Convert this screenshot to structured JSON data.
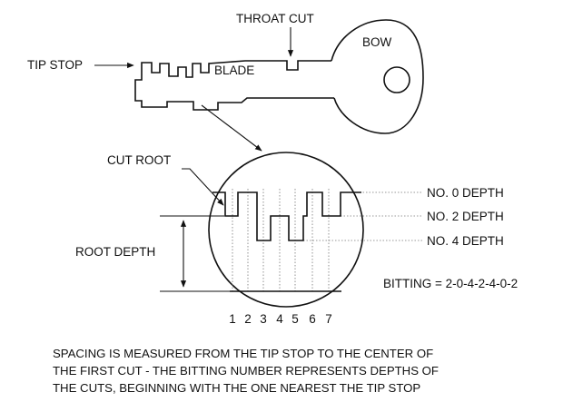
{
  "labels": {
    "throat_cut": "THROAT CUT",
    "bow": "BOW",
    "tip_stop": "TIP STOP",
    "blade": "BLADE",
    "cut_root": "CUT ROOT",
    "root_depth": "ROOT DEPTH",
    "depth_0": "NO. 0 DEPTH",
    "depth_2": "NO. 2 DEPTH",
    "depth_4": "NO. 4 DEPTH",
    "bitting": "BITTING = 2-0-4-2-4-0-2"
  },
  "cut_positions": [
    "1",
    "2",
    "3",
    "4",
    "5",
    "6",
    "7"
  ],
  "caption": [
    "SPACING IS MEASURED FROM THE TIP STOP TO THE CENTER OF",
    "THE FIRST CUT - THE BITTING NUMBER REPRESENTS DEPTHS OF",
    "THE CUTS, BEGINNING WITH THE ONE NEAREST THE TIP STOP"
  ],
  "bitting_depths": [
    2,
    0,
    4,
    2,
    4,
    0,
    2
  ]
}
